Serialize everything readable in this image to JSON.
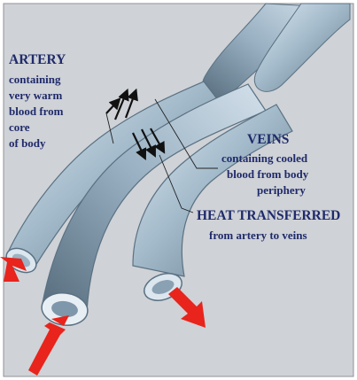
{
  "diagram": {
    "colors": {
      "background": "#cfd2d6",
      "vessel": "#9bb3c4",
      "vessel_light": "#d7e4ee",
      "vessel_dark": "#5a7183",
      "text": "#1f2a6b",
      "flow_arrow": "#e8241c",
      "heat_arrow": "#111111"
    },
    "artery": {
      "title": "ARTERY",
      "lines": [
        "containing",
        "very warm",
        "blood from",
        "core",
        "of body"
      ]
    },
    "veins": {
      "title": "VEINS",
      "lines": [
        "containing cooled",
        "blood from body",
        "periphery"
      ]
    },
    "heat": {
      "title": "HEAT TRANSFERRED",
      "line": "from artery to veins"
    },
    "icons": [
      "flow-arrow-icon",
      "heat-arrow-icon"
    ]
  }
}
